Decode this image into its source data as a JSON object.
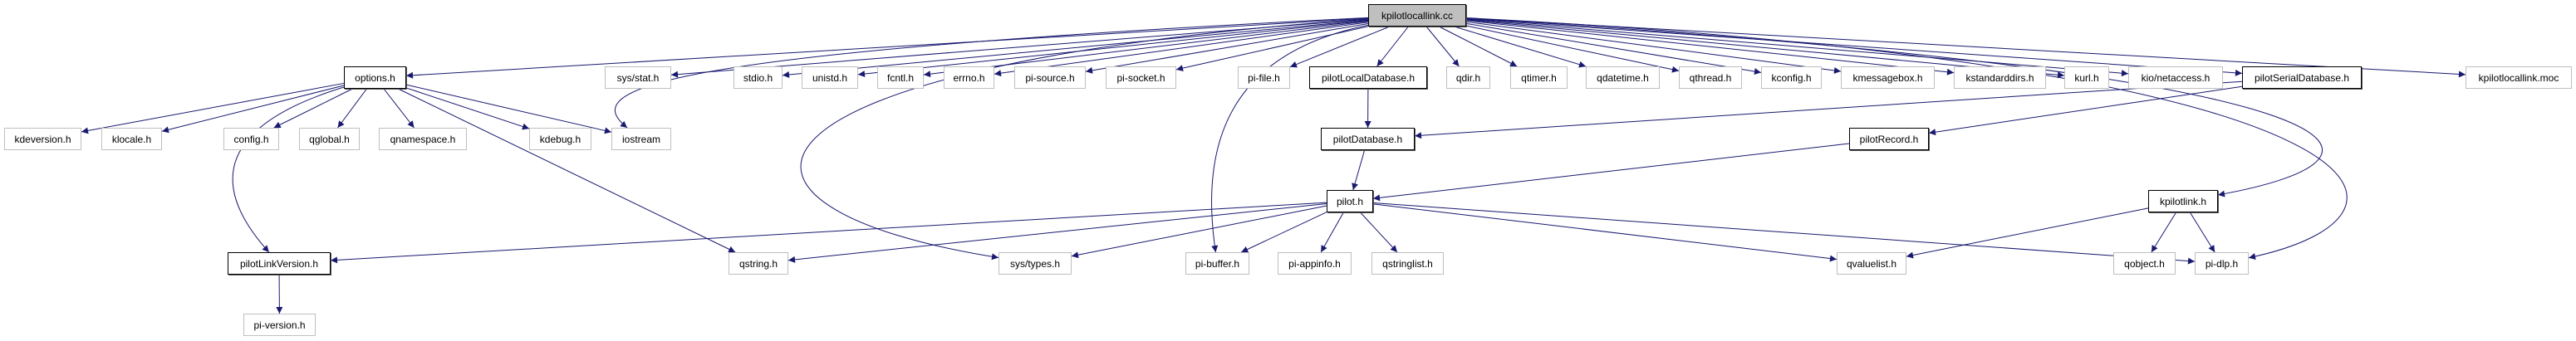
{
  "colors": {
    "edge": "#191970",
    "external_border": "#bfbfbf",
    "documented_border": "#000000",
    "root_fill": "#bfbfbf"
  },
  "nodes": [
    {
      "id": "root",
      "label": "kpilotlocallink.cc",
      "kind": "root"
    },
    {
      "id": "options",
      "label": "options.h",
      "kind": "doc"
    },
    {
      "id": "sysstat",
      "label": "sys/stat.h",
      "kind": "ext"
    },
    {
      "id": "stdio",
      "label": "stdio.h",
      "kind": "ext"
    },
    {
      "id": "unistd",
      "label": "unistd.h",
      "kind": "ext"
    },
    {
      "id": "fcntl",
      "label": "fcntl.h",
      "kind": "ext"
    },
    {
      "id": "errno",
      "label": "errno.h",
      "kind": "ext"
    },
    {
      "id": "pisource",
      "label": "pi-source.h",
      "kind": "ext"
    },
    {
      "id": "pisocket",
      "label": "pi-socket.h",
      "kind": "ext"
    },
    {
      "id": "pifile",
      "label": "pi-file.h",
      "kind": "ext"
    },
    {
      "id": "pilotLocalDatabase",
      "label": "pilotLocalDatabase.h",
      "kind": "doc"
    },
    {
      "id": "qdir",
      "label": "qdir.h",
      "kind": "ext"
    },
    {
      "id": "qtimer",
      "label": "qtimer.h",
      "kind": "ext"
    },
    {
      "id": "qdatetime",
      "label": "qdatetime.h",
      "kind": "ext"
    },
    {
      "id": "qthread",
      "label": "qthread.h",
      "kind": "ext"
    },
    {
      "id": "kconfig",
      "label": "kconfig.h",
      "kind": "ext"
    },
    {
      "id": "kmessagebox",
      "label": "kmessagebox.h",
      "kind": "ext"
    },
    {
      "id": "kstandarddirs",
      "label": "kstandarddirs.h",
      "kind": "ext"
    },
    {
      "id": "kurl",
      "label": "kurl.h",
      "kind": "ext"
    },
    {
      "id": "netaccess",
      "label": "kio/netaccess.h",
      "kind": "ext"
    },
    {
      "id": "pilotSerialDatabase",
      "label": "pilotSerialDatabase.h",
      "kind": "doc"
    },
    {
      "id": "moc",
      "label": "kpilotlocallink.moc",
      "kind": "ext"
    },
    {
      "id": "kdeversion",
      "label": "kdeversion.h",
      "kind": "ext"
    },
    {
      "id": "klocale",
      "label": "klocale.h",
      "kind": "ext"
    },
    {
      "id": "config",
      "label": "config.h",
      "kind": "ext"
    },
    {
      "id": "qglobal",
      "label": "qglobal.h",
      "kind": "ext"
    },
    {
      "id": "qnamespace",
      "label": "qnamespace.h",
      "kind": "ext"
    },
    {
      "id": "kdebug",
      "label": "kdebug.h",
      "kind": "ext"
    },
    {
      "id": "iostream",
      "label": "iostream",
      "kind": "ext"
    },
    {
      "id": "pilotDatabase",
      "label": "pilotDatabase.h",
      "kind": "doc"
    },
    {
      "id": "pilotRecord",
      "label": "pilotRecord.h",
      "kind": "doc"
    },
    {
      "id": "pilot",
      "label": "pilot.h",
      "kind": "doc"
    },
    {
      "id": "kpilotlink",
      "label": "kpilotlink.h",
      "kind": "doc"
    },
    {
      "id": "pilotLinkVersion",
      "label": "pilotLinkVersion.h",
      "kind": "doc"
    },
    {
      "id": "qstring",
      "label": "qstring.h",
      "kind": "ext"
    },
    {
      "id": "systypes",
      "label": "sys/types.h",
      "kind": "ext"
    },
    {
      "id": "pibuffer",
      "label": "pi-buffer.h",
      "kind": "ext"
    },
    {
      "id": "piappinfo",
      "label": "pi-appinfo.h",
      "kind": "ext"
    },
    {
      "id": "qstringlist",
      "label": "qstringlist.h",
      "kind": "ext"
    },
    {
      "id": "qvaluelist",
      "label": "qvaluelist.h",
      "kind": "ext"
    },
    {
      "id": "qobject",
      "label": "qobject.h",
      "kind": "ext"
    },
    {
      "id": "pidlp",
      "label": "pi-dlp.h",
      "kind": "ext"
    },
    {
      "id": "piversion",
      "label": "pi-version.h",
      "kind": "ext"
    }
  ],
  "edges": [
    [
      "root",
      "options"
    ],
    [
      "root",
      "sysstat"
    ],
    [
      "root",
      "iostream"
    ],
    [
      "root",
      "stdio"
    ],
    [
      "root",
      "unistd"
    ],
    [
      "root",
      "fcntl"
    ],
    [
      "root",
      "errno"
    ],
    [
      "root",
      "pisource"
    ],
    [
      "root",
      "pisocket"
    ],
    [
      "root",
      "systypes"
    ],
    [
      "root",
      "pibuffer"
    ],
    [
      "root",
      "pifile"
    ],
    [
      "root",
      "pilotLocalDatabase"
    ],
    [
      "root",
      "qdir"
    ],
    [
      "root",
      "qtimer"
    ],
    [
      "root",
      "qdatetime"
    ],
    [
      "root",
      "qthread"
    ],
    [
      "root",
      "kconfig"
    ],
    [
      "root",
      "kmessagebox"
    ],
    [
      "root",
      "kstandarddirs"
    ],
    [
      "root",
      "kurl"
    ],
    [
      "root",
      "netaccess"
    ],
    [
      "root",
      "pilotSerialDatabase"
    ],
    [
      "root",
      "kpilotlink"
    ],
    [
      "root",
      "pidlp"
    ],
    [
      "root",
      "moc"
    ],
    [
      "options",
      "kdeversion"
    ],
    [
      "options",
      "klocale"
    ],
    [
      "options",
      "config"
    ],
    [
      "options",
      "qglobal"
    ],
    [
      "options",
      "qnamespace"
    ],
    [
      "options",
      "kdebug"
    ],
    [
      "options",
      "iostream"
    ],
    [
      "options",
      "pilotLinkVersion"
    ],
    [
      "options",
      "qstring"
    ],
    [
      "pilotLocalDatabase",
      "pilotDatabase"
    ],
    [
      "pilotDatabase",
      "pilot"
    ],
    [
      "pilotSerialDatabase",
      "pilotDatabase"
    ],
    [
      "pilotSerialDatabase",
      "pilotRecord"
    ],
    [
      "pilotRecord",
      "pilot"
    ],
    [
      "pilot",
      "pilotLinkVersion"
    ],
    [
      "pilot",
      "qstring"
    ],
    [
      "pilot",
      "systypes"
    ],
    [
      "pilot",
      "pibuffer"
    ],
    [
      "pilot",
      "piappinfo"
    ],
    [
      "pilot",
      "qstringlist"
    ],
    [
      "pilot",
      "qvaluelist"
    ],
    [
      "pilot",
      "pidlp"
    ],
    [
      "pilotLinkVersion",
      "piversion"
    ],
    [
      "kpilotlink",
      "qvaluelist"
    ],
    [
      "kpilotlink",
      "qobject"
    ],
    [
      "kpilotlink",
      "pidlp"
    ]
  ]
}
